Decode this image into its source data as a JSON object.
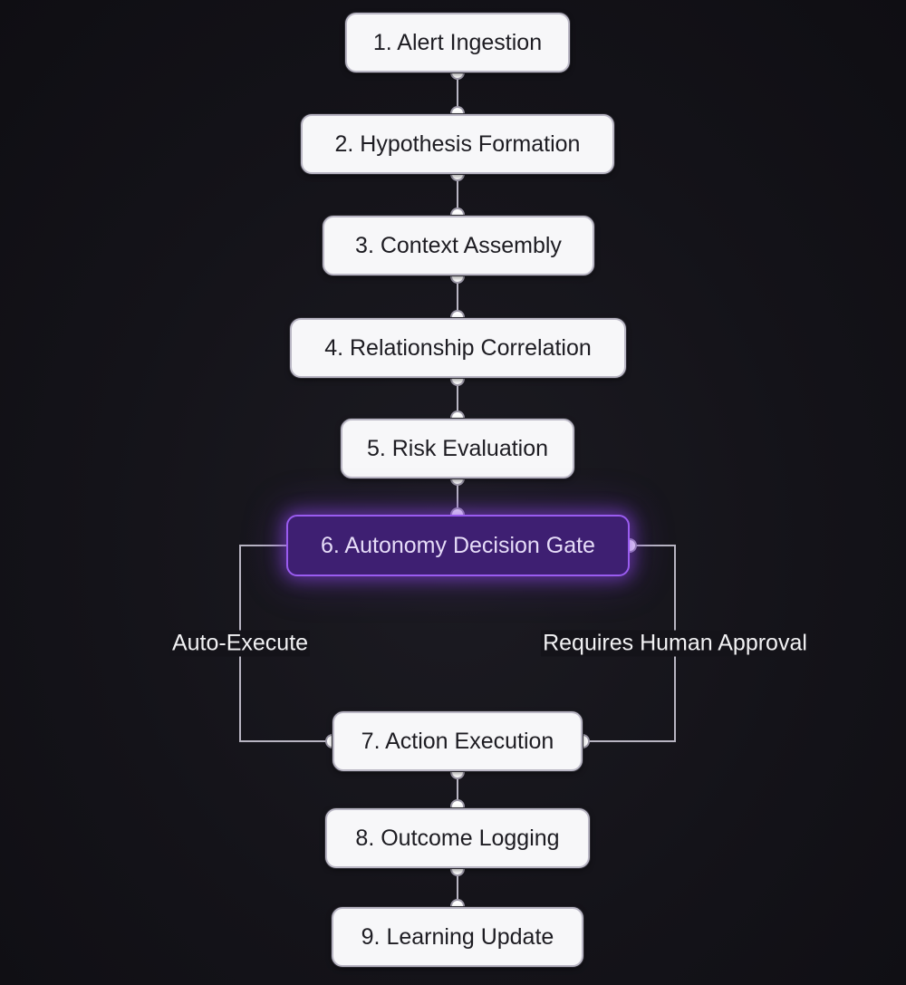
{
  "diagram": {
    "nodes": [
      {
        "id": "n1",
        "label": "1. Alert Ingestion"
      },
      {
        "id": "n2",
        "label": "2. Hypothesis Formation"
      },
      {
        "id": "n3",
        "label": "3. Context Assembly"
      },
      {
        "id": "n4",
        "label": "4. Relationship Correlation"
      },
      {
        "id": "n5",
        "label": "5. Risk Evaluation"
      },
      {
        "id": "n6",
        "label": "6. Autonomy Decision Gate",
        "highlighted": true
      },
      {
        "id": "n7",
        "label": "7. Action Execution"
      },
      {
        "id": "n8",
        "label": "8. Outcome Logging"
      },
      {
        "id": "n9",
        "label": "9. Learning Update"
      }
    ],
    "edges": [
      {
        "from": "n1",
        "to": "n2"
      },
      {
        "from": "n2",
        "to": "n3"
      },
      {
        "from": "n3",
        "to": "n4"
      },
      {
        "from": "n4",
        "to": "n5"
      },
      {
        "from": "n5",
        "to": "n6"
      },
      {
        "from": "n6",
        "to": "n7",
        "label": "Auto-Execute"
      },
      {
        "from": "n6",
        "to": "n7",
        "label": "Requires Human Approval"
      },
      {
        "from": "n7",
        "to": "n8"
      },
      {
        "from": "n8",
        "to": "n9"
      }
    ],
    "colors": {
      "background": "#141319",
      "node_fill": "#f7f7f9",
      "node_border": "#b9b6c4",
      "highlight_fill": "#3e1f72",
      "highlight_border": "#9a5cf0",
      "connector": "#b8b5c2"
    }
  }
}
